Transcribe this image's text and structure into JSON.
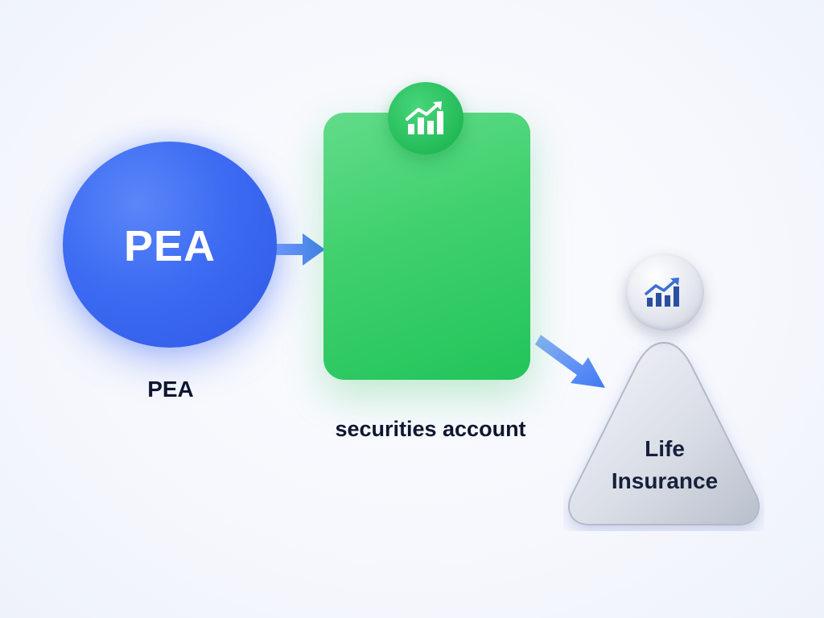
{
  "nodes": {
    "pea": {
      "circle_label": "PEA",
      "caption": "PEA",
      "color": "#3d6bf2"
    },
    "securities_account": {
      "caption": "securities account",
      "color": "#3fd06d",
      "badge_icon": "growth-chart-icon"
    },
    "life_insurance": {
      "label_line1": "Life",
      "label_line2": "Insurance",
      "color": "#d9dde6",
      "badge_icon": "growth-chart-icon"
    }
  },
  "edges": [
    {
      "from": "pea",
      "to": "securities_account",
      "color": "#4f86f7"
    },
    {
      "from": "securities_account",
      "to": "life_insurance",
      "color": "#4f86f7"
    }
  ]
}
